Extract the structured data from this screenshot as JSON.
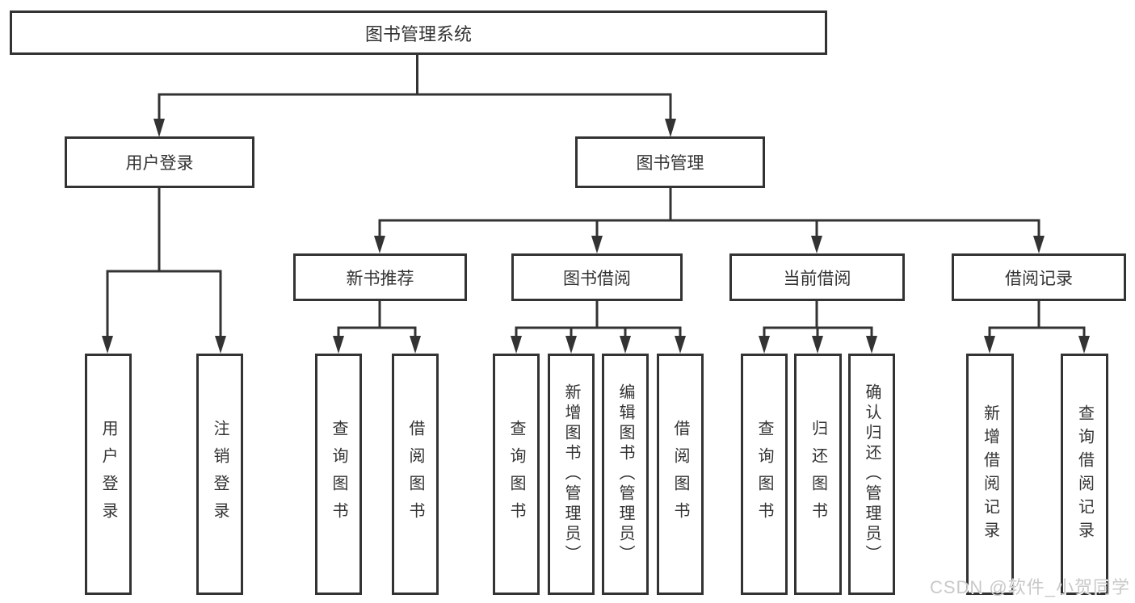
{
  "colors": {
    "line": "#333333",
    "box_border": "#333333",
    "box_background": "#ffffff",
    "text": "#333333",
    "watermark_text": "#c9c9c9"
  },
  "tree": {
    "root": {
      "label": "图书管理系统",
      "children": [
        {
          "label": "用户登录",
          "children": [
            {
              "label": "用户登录"
            },
            {
              "label": "注销登录"
            }
          ]
        },
        {
          "label": "图书管理",
          "children": [
            {
              "label": "新书推荐",
              "children": [
                {
                  "label": "查询图书"
                },
                {
                  "label": "借阅图书"
                }
              ]
            },
            {
              "label": "图书借阅",
              "children": [
                {
                  "label": "查询图书"
                },
                {
                  "label": "新增图书（管理员）"
                },
                {
                  "label": "编辑图书（管理员）"
                },
                {
                  "label": "借阅图书"
                }
              ]
            },
            {
              "label": "当前借阅",
              "children": [
                {
                  "label": "查询图书"
                },
                {
                  "label": "归还图书"
                },
                {
                  "label": "确认归还（管理员）"
                }
              ]
            },
            {
              "label": "借阅记录",
              "children": [
                {
                  "label": "新增借阅记录"
                },
                {
                  "label": "查询借阅记录"
                }
              ]
            }
          ]
        }
      ]
    }
  },
  "watermark": {
    "text": "CSDN @软件_小贺同学"
  }
}
